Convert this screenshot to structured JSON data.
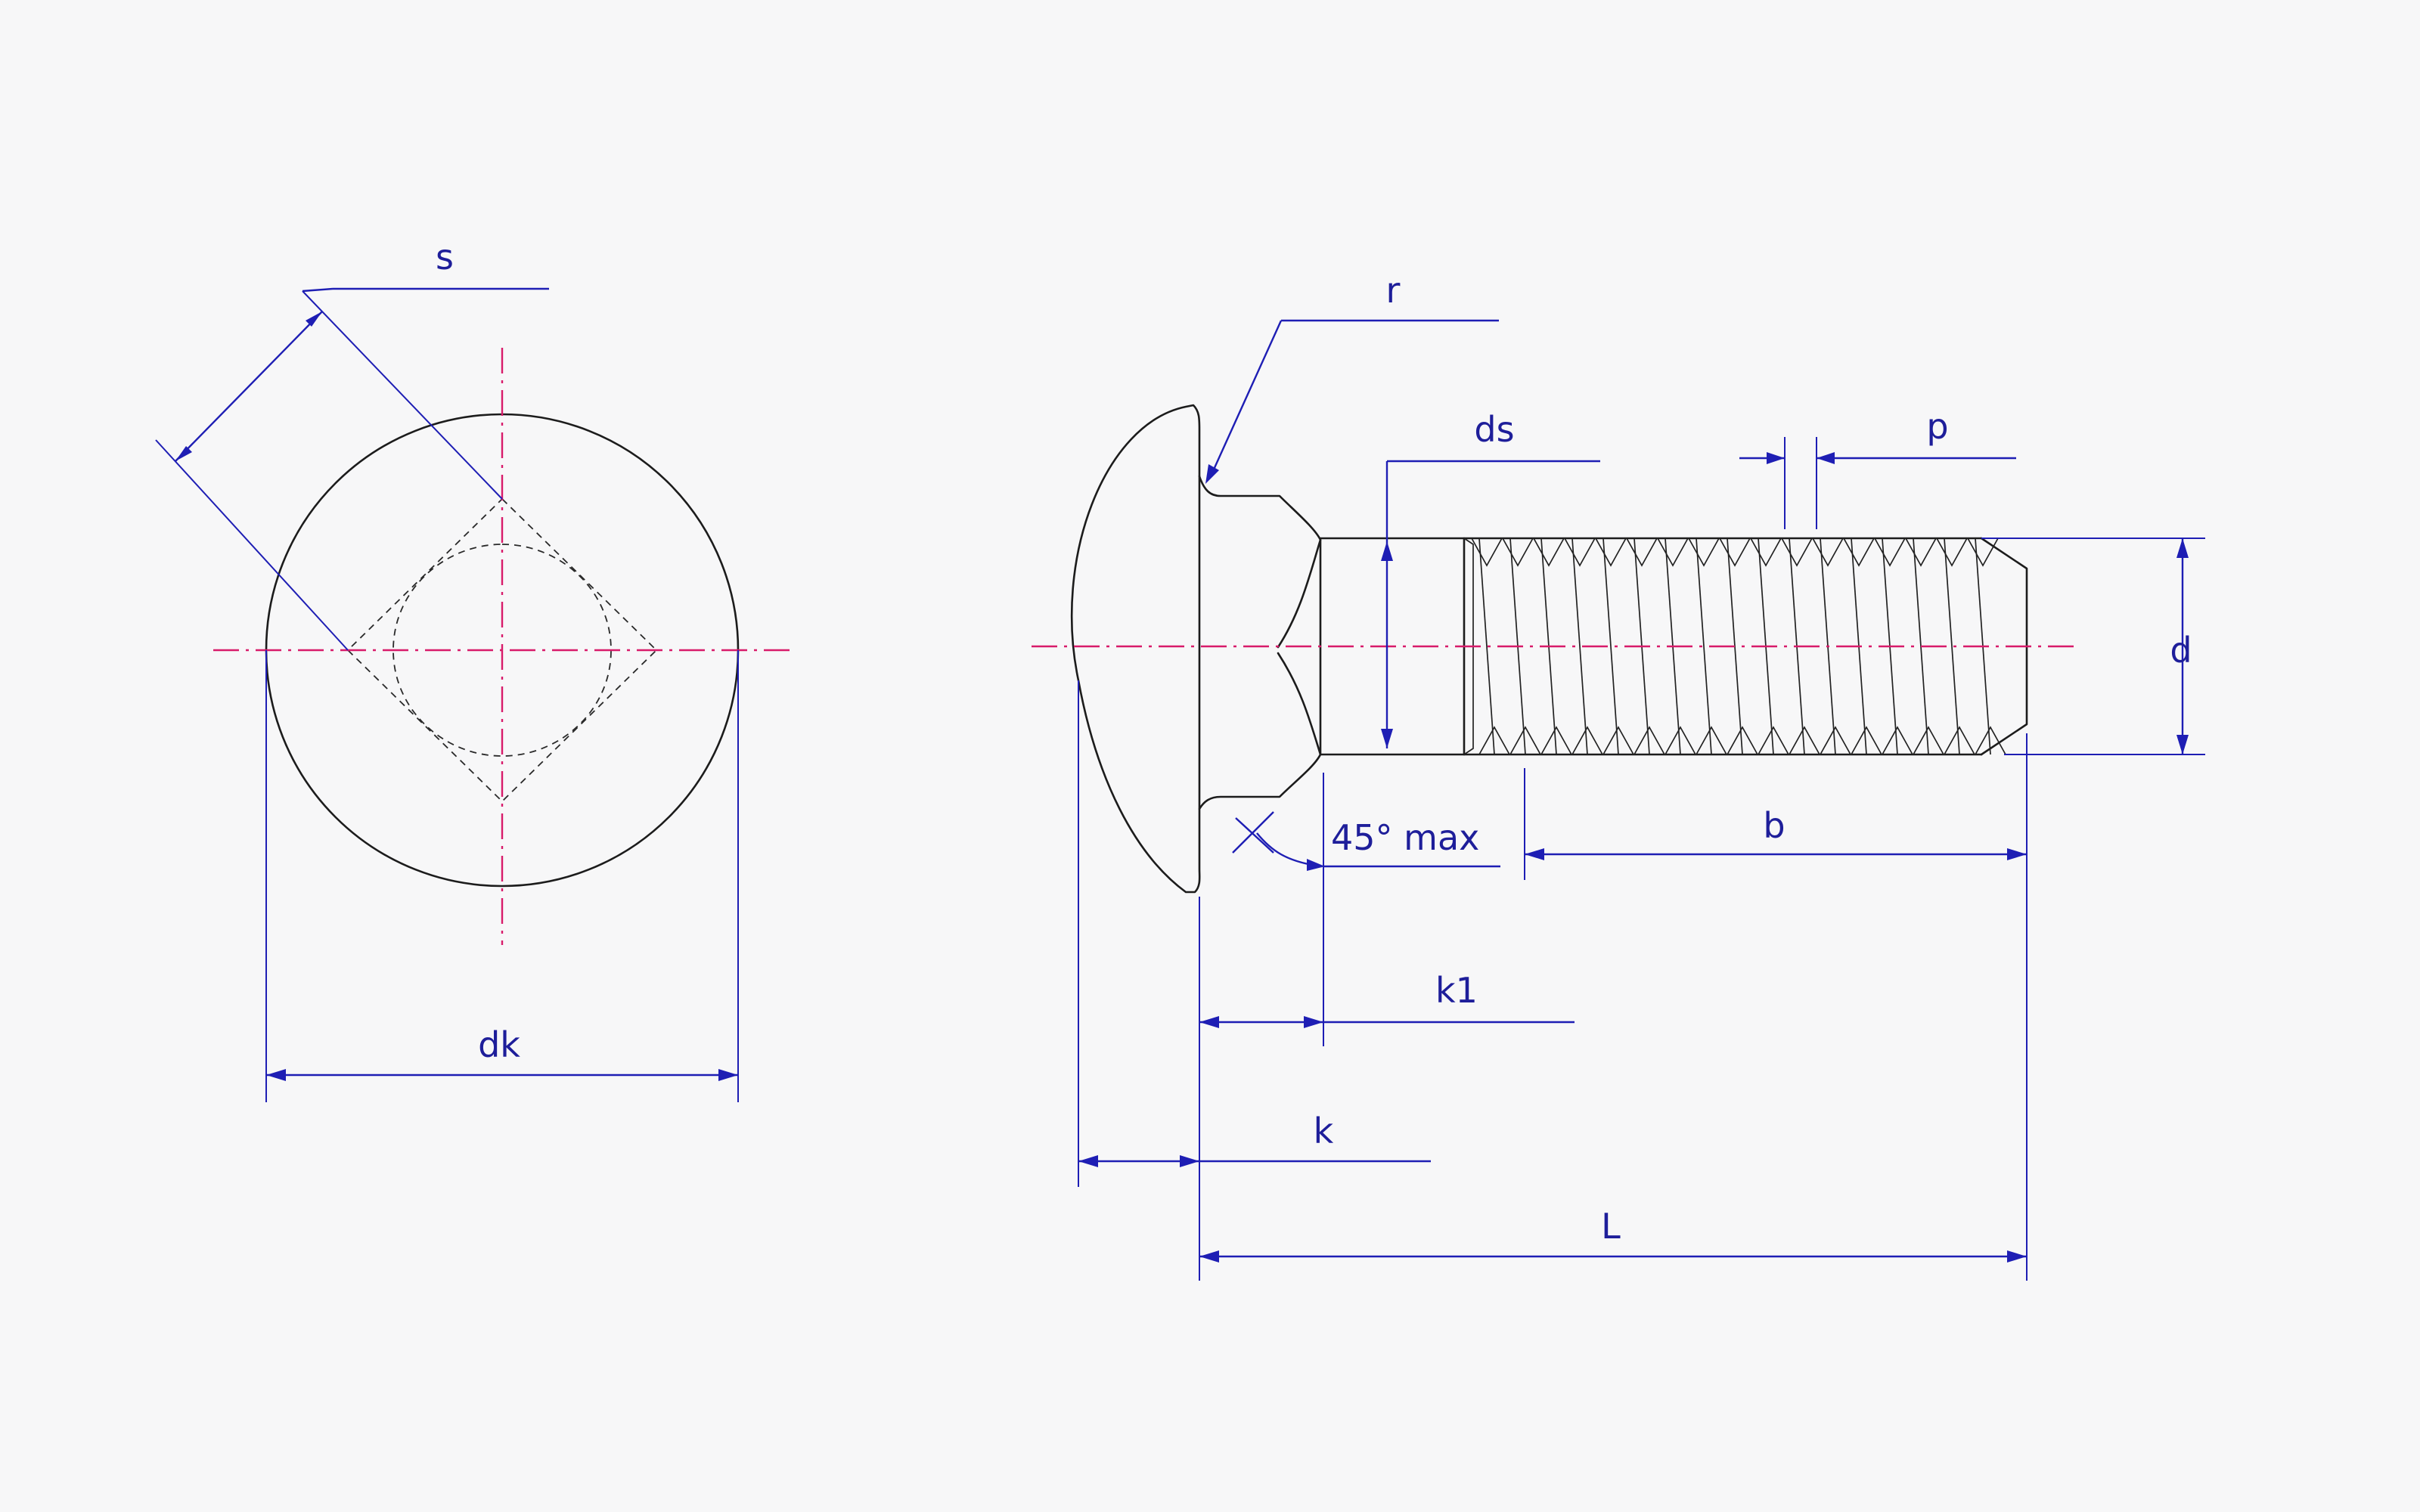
{
  "labels": {
    "s": "s",
    "dk": "dk",
    "r": "r",
    "ds": "ds",
    "p": "p",
    "d": "d",
    "angle": "45° max",
    "b": "b",
    "k1": "k1",
    "k": "k",
    "L": "L"
  },
  "colors": {
    "outline": "#1c1c1c",
    "dimension": "#1e1eb4",
    "centerline": "#d81b6a",
    "background": "#f7f7f8"
  }
}
